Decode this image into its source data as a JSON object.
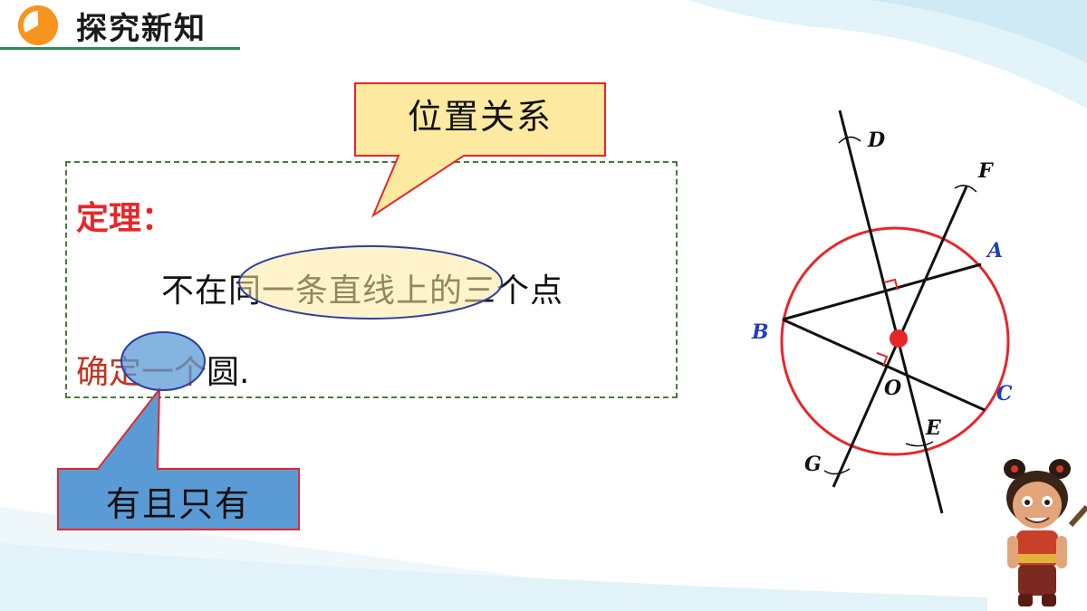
{
  "header": {
    "title": "探究新知"
  },
  "callout_top": {
    "text": "位置关系"
  },
  "theorem": {
    "label": "定理：",
    "line1": "不在同一条直线上的三个点",
    "line2_red": "确定一个",
    "line2_black": "圆."
  },
  "callout_bottom": {
    "text": "有且只有"
  },
  "diagram": {
    "points": {
      "A": "A",
      "B": "B",
      "C": "C",
      "D": "D",
      "E": "E",
      "F": "F",
      "G": "G",
      "O": "O"
    }
  },
  "colors": {
    "circle": "#e8262a",
    "callout_top_fill": "#fde9a0",
    "callout_top_border": "#e8262a",
    "callout_bottom_fill": "#5b9bd5",
    "callout_bottom_border": "#e8262a",
    "label_blue": "#1f3fbf",
    "theorem_red": "#e8262a"
  }
}
